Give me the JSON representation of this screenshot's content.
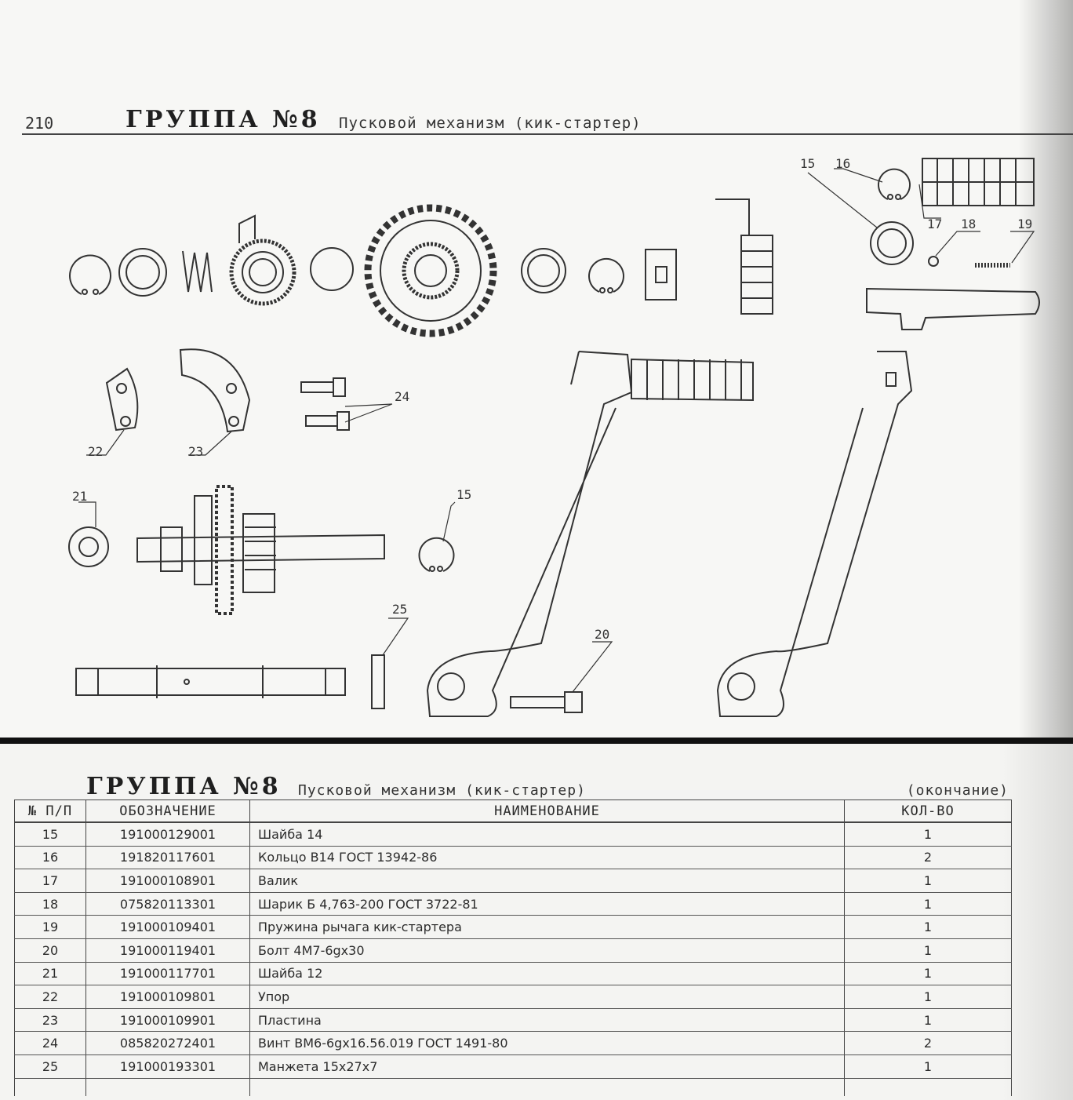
{
  "top": {
    "page_number": "210",
    "group_title": "ГРУППА №8",
    "group_subtitle": "Пусковой механизм (кик-стартер)"
  },
  "diagram": {
    "callouts": [
      "15",
      "16",
      "17",
      "18",
      "19",
      "22",
      "23",
      "24",
      "21",
      "15",
      "25",
      "20"
    ]
  },
  "bottom": {
    "group_title": "ГРУППА №8",
    "group_subtitle": "Пусковой механизм (кик-стартер)",
    "continuation": "(окончание)",
    "columns": [
      "№ П/П",
      "ОБОЗНАЧЕНИЕ",
      "НАИМЕНОВАНИЕ",
      "КОЛ-ВО"
    ],
    "rows": [
      {
        "num": "15",
        "code": "191000129001",
        "name": "Шайба 14",
        "qty": "1"
      },
      {
        "num": "16",
        "code": "191820117601",
        "name": "Кольцо В14 ГОСТ 13942-86",
        "qty": "2"
      },
      {
        "num": "17",
        "code": "191000108901",
        "name": "Валик",
        "qty": "1"
      },
      {
        "num": "18",
        "code": "075820113301",
        "name": "Шарик Б 4,763-200 ГОСТ 3722-81",
        "qty": "1"
      },
      {
        "num": "19",
        "code": "191000109401",
        "name": "Пружина рычага кик-стартера",
        "qty": "1"
      },
      {
        "num": "20",
        "code": "191000119401",
        "name": "Болт 4М7-6gx30",
        "qty": "1"
      },
      {
        "num": "21",
        "code": "191000117701",
        "name": "Шайба 12",
        "qty": "1"
      },
      {
        "num": "22",
        "code": "191000109801",
        "name": "Упор",
        "qty": "1"
      },
      {
        "num": "23",
        "code": "191000109901",
        "name": "Пластина",
        "qty": "1"
      },
      {
        "num": "24",
        "code": "085820272401",
        "name": "Винт ВМ6-6gx16.56.019 ГОСТ 1491-80",
        "qty": "2"
      },
      {
        "num": "25",
        "code": "191000193301",
        "name": "Манжета 15x27x7",
        "qty": "1"
      }
    ]
  }
}
